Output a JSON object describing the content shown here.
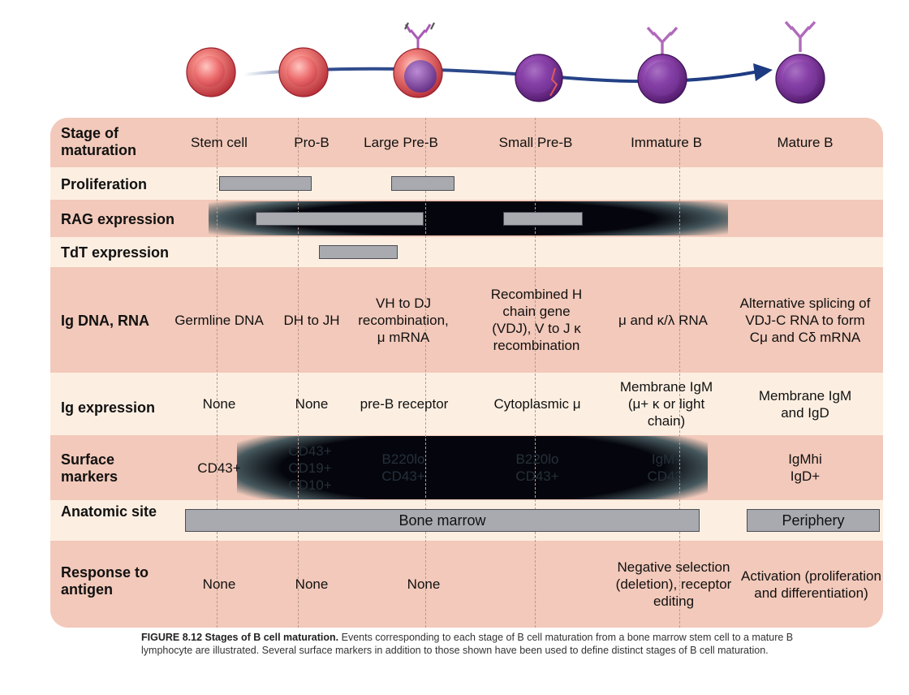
{
  "stages": [
    "Stem cell",
    "Pro-B",
    "Large Pre-B",
    "Small Pre-B",
    "Immature B",
    "Mature B"
  ],
  "rows": {
    "stage": {
      "label": "Stage of maturation"
    },
    "proliferation": {
      "label": "Proliferation"
    },
    "rag": {
      "label": "RAG expression"
    },
    "tdt": {
      "label": "TdT expression"
    },
    "igdna": {
      "label": "Ig DNA, RNA",
      "cells": [
        "Germline DNA",
        "DH to JH",
        "VH to DJ recombination, μ mRNA",
        "Recombined H chain gene (VDJ), V to J κ recombination",
        "μ and κ/λ RNA",
        "Alternative splicing of VDJ-C RNA to form Cμ and Cδ mRNA"
      ]
    },
    "igexp": {
      "label": "Ig expression",
      "cells": [
        "None",
        "None",
        "pre-B receptor",
        "Cytoplasmic μ",
        "Membrane IgM (μ+ κ or light chain)",
        "Membrane IgM and IgD"
      ]
    },
    "markers": {
      "label": "Surface markers",
      "cells": [
        "CD43+",
        "CD43+ CD19+ CD10+",
        "B220lo CD43+",
        "B220lo CD43+",
        "IgM+ CD43-",
        "IgMhi IgD+"
      ]
    },
    "site": {
      "label": "Anatomic site",
      "bone": "Bone marrow",
      "periphery": "Periphery"
    },
    "response": {
      "label": "Response to antigen",
      "cells": [
        "None",
        "None",
        "None",
        "",
        "Negative selection (deletion), receptor editing",
        "Activation (proliferation and differentiation)"
      ]
    }
  },
  "caption": {
    "heading": "FIGURE 8.12  Stages of B cell maturation.",
    "text": "Events corresponding to each stage of B cell maturation from a bone marrow stem cell to a mature B lymphocyte are illustrated. Several surface markers in addition to those shown have been used to define distinct stages of B cell maturation."
  },
  "colors": {
    "row_pink": "#f2c9ba",
    "row_cream": "#fcefe2",
    "bar_fill": "#a9aab0",
    "arrow": "#1d3b82",
    "cell_red": "#e0595a",
    "cell_purple": "#8a3fa3",
    "receptor": "#b06abb",
    "dark_band": "#06070f"
  }
}
